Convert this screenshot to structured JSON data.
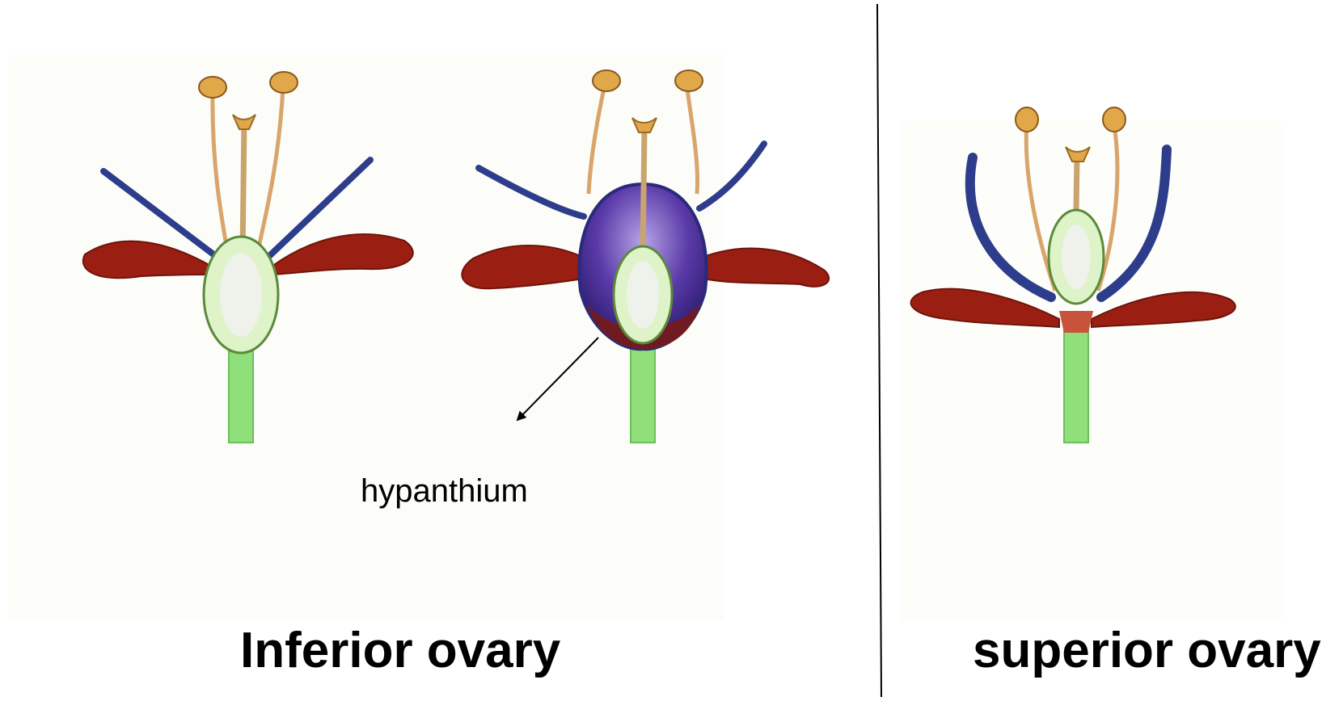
{
  "labels": {
    "hypanthium": "hypanthium",
    "inferior": "Inferior ovary",
    "superior": "superior ovary"
  },
  "colors": {
    "petal": "#9a1f12",
    "sepal": "#2d3d8c",
    "hypanthium_fill": "#5a3aa8",
    "ovary": "#dff3c8",
    "ovary_outline": "#5a8a3a",
    "stem": "#8fe07a",
    "filament": "#d9a56a",
    "anther": "#e0a848"
  }
}
